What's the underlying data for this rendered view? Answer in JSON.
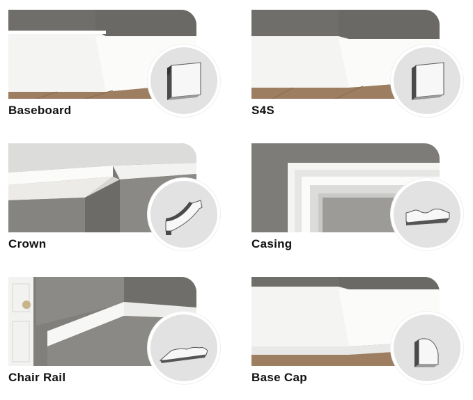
{
  "items": [
    {
      "label": "Baseboard",
      "icon": "baseboard-profile-icon"
    },
    {
      "label": "S4S",
      "icon": "s4s-profile-icon"
    },
    {
      "label": "Crown",
      "icon": "crown-profile-icon"
    },
    {
      "label": "Casing",
      "icon": "casing-profile-icon"
    },
    {
      "label": "Chair Rail",
      "icon": "chair-rail-profile-icon"
    },
    {
      "label": "Base Cap",
      "icon": "base-cap-profile-icon"
    }
  ],
  "colors": {
    "wall": "#7d7c79",
    "trim": "#f7f7f5",
    "floor": "#a98a6a",
    "badge": "#e2e2e2"
  }
}
